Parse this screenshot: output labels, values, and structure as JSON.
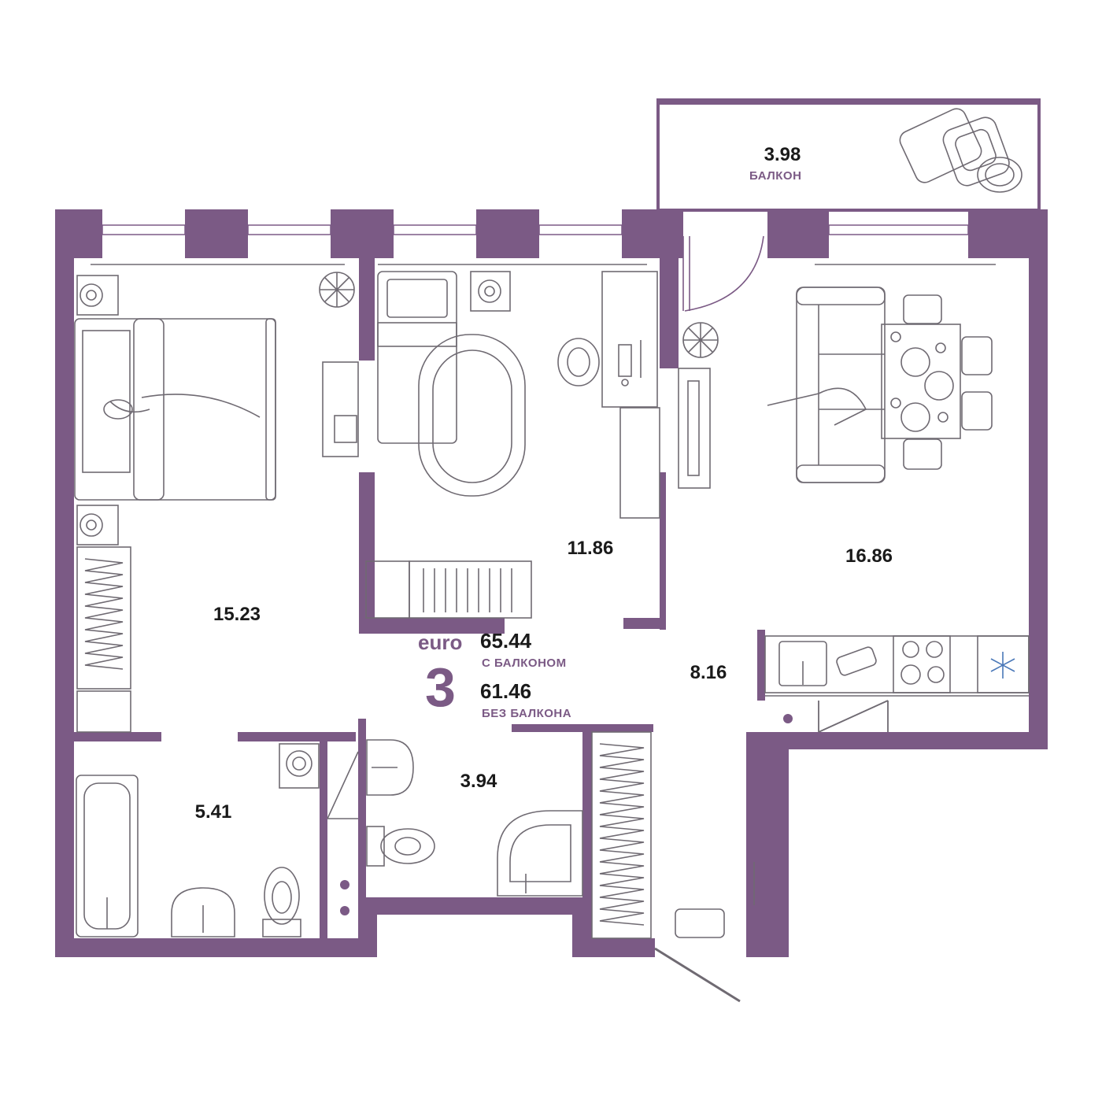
{
  "colors": {
    "wall": "#7b5a85",
    "line": "#6f6a72",
    "text": "#1a1a1a",
    "accent": "#7b5a85"
  },
  "apartment": {
    "rooms_count": "3",
    "type_label": "euro",
    "total_with_balcony": "65.44",
    "with_balcony_label": "С БАЛКОНОМ",
    "total_without_balcony": "61.46",
    "without_balcony_label": "БЕЗ БАЛКОНА"
  },
  "rooms": {
    "bedroom_left": "15.23",
    "bedroom_middle": "11.86",
    "living_kitchen": "16.86",
    "balcony": "3.98",
    "balcony_label": "БАЛКОН",
    "hallway": "8.16",
    "bathroom": "5.41",
    "shower_room": "3.94"
  },
  "icons": [
    "sofa-icon",
    "bed-icon",
    "dining-table-icon",
    "bathtub-icon",
    "toilet-icon",
    "sink-icon",
    "shower-icon",
    "washing-machine-icon",
    "stove-icon",
    "fridge-snowflake-icon",
    "plant-icon",
    "radiator-icon",
    "wardrobe-icon",
    "tv-icon",
    "desk-icon",
    "armchair-icon",
    "door-swing-icon"
  ]
}
